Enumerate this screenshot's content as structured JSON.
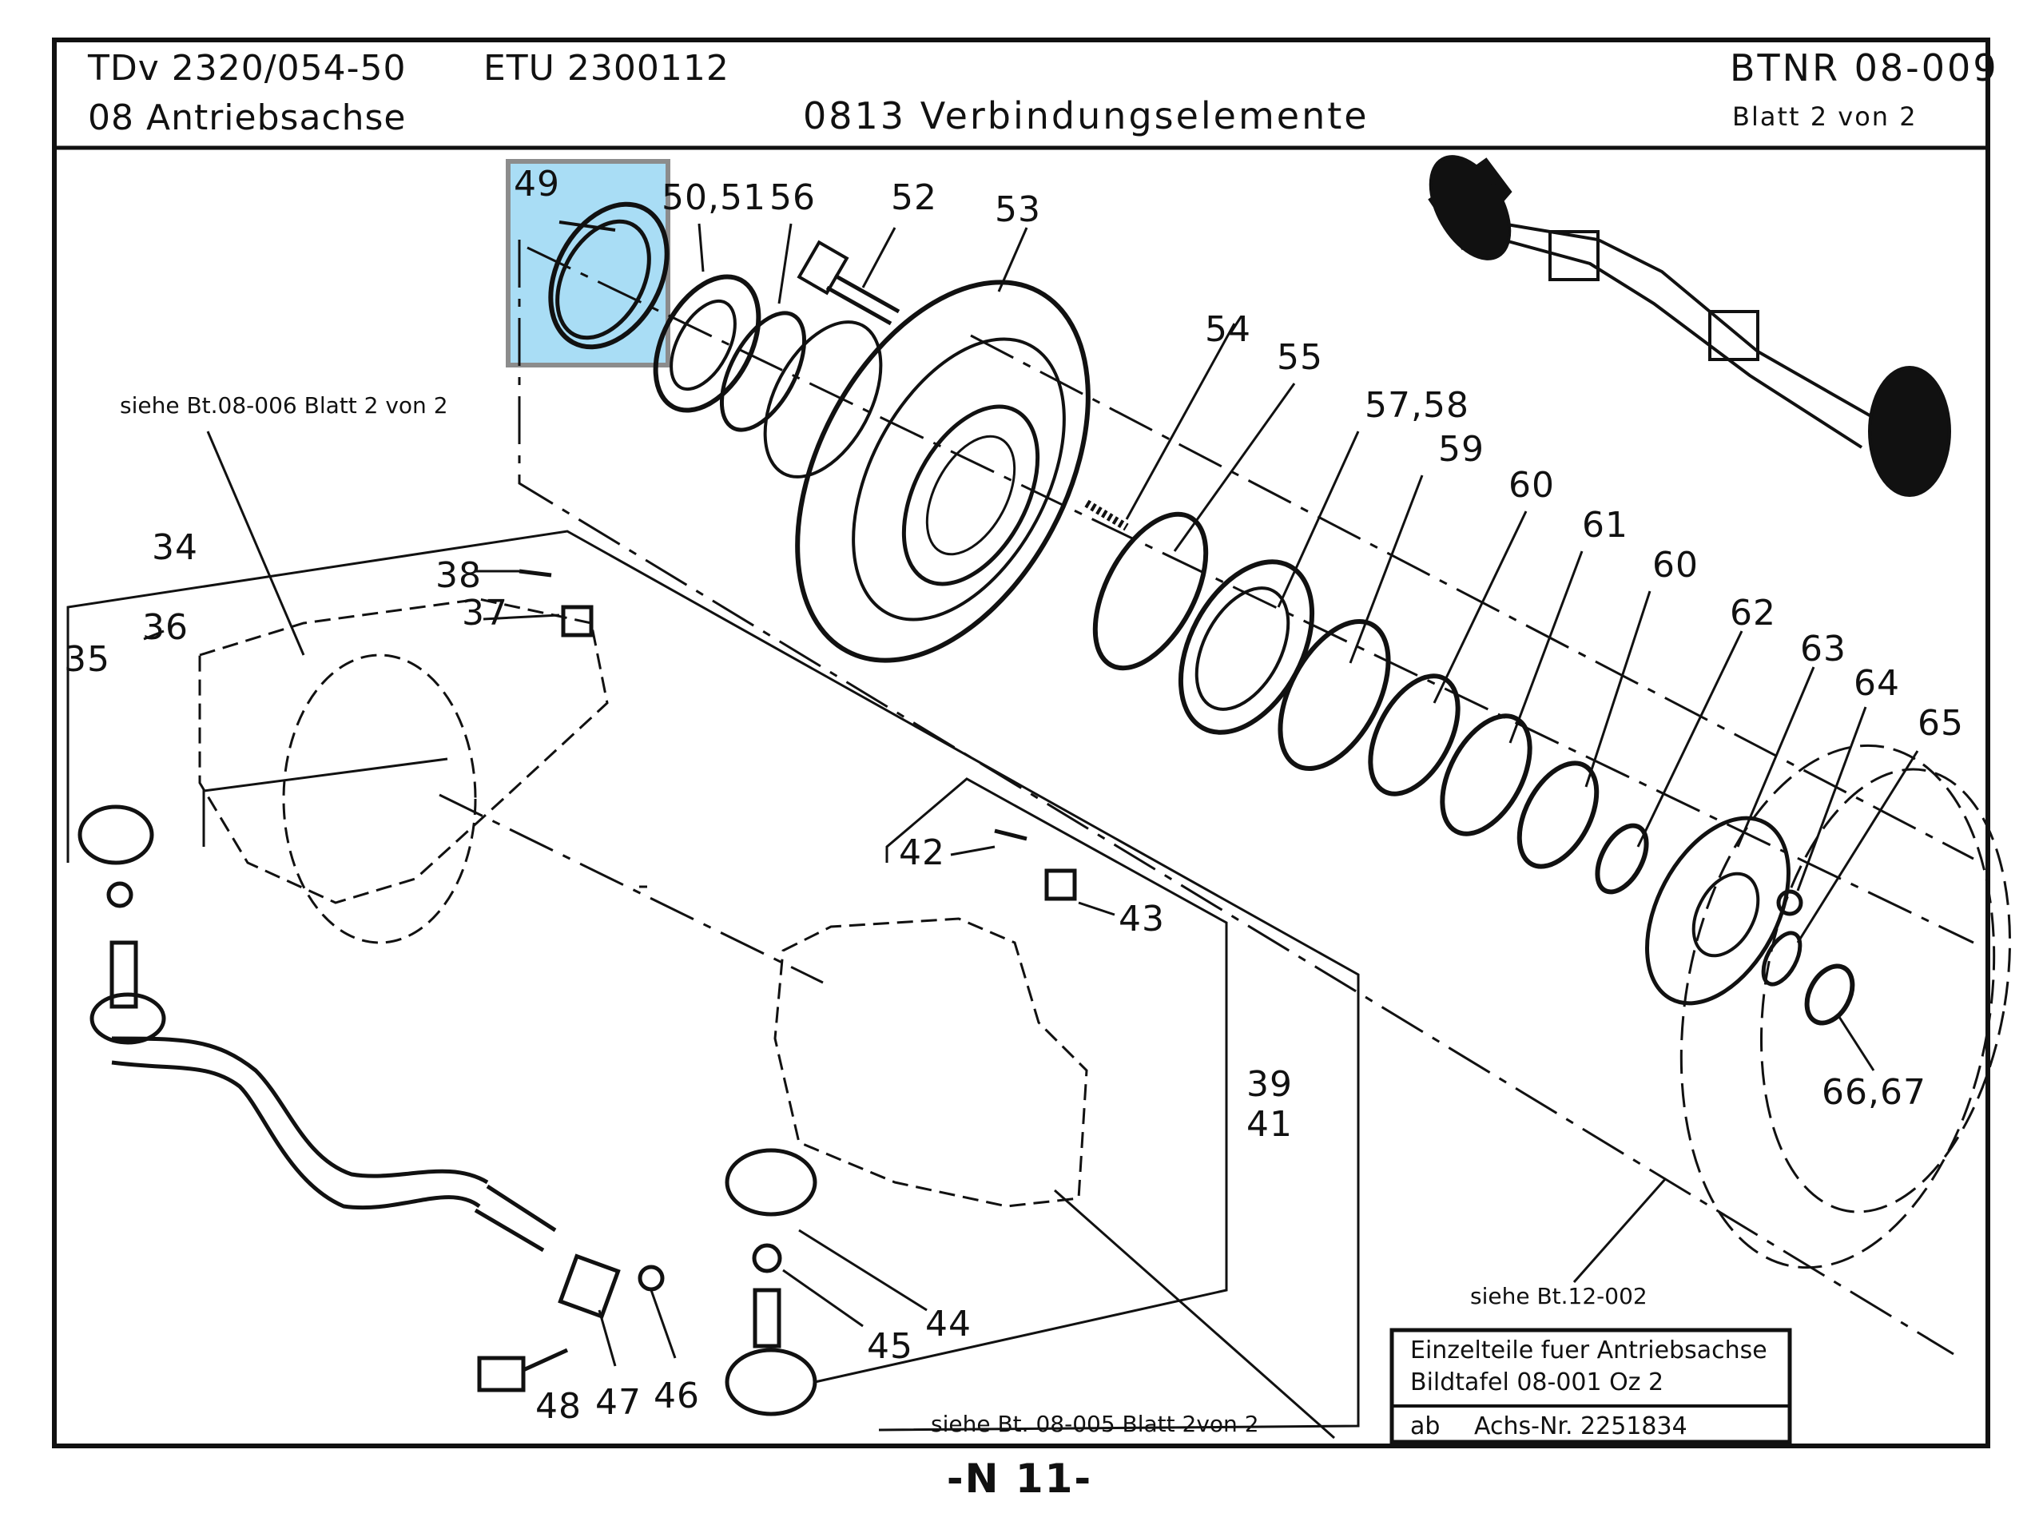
{
  "header": {
    "doc_code": "TDv 2320/054-50",
    "etu_code": "ETU 2300112",
    "btnr_code": "BTNR 08-009",
    "group": "08 Antriebsachse",
    "subgroup": "0813 Verbindungselemente",
    "sheet": "Blatt   2 von 2"
  },
  "part_labels": [
    "49",
    "50,51",
    "56",
    "52",
    "53",
    "54",
    "55",
    "57,58",
    "59",
    "60",
    "61",
    "60",
    "62",
    "63",
    "64",
    "65",
    "66,67",
    "34",
    "36",
    "35",
    "38",
    "37",
    "42",
    "43",
    "39",
    "41",
    "44",
    "45",
    "46",
    "47",
    "48"
  ],
  "highlighted_part": "49",
  "references": {
    "ref_top_left": "siehe Bt.08-006 Blatt 2 von 2",
    "ref_bottom": "siehe  Bt. 08-005 Blatt 2von 2",
    "ref_right": "siehe Bt.12-002"
  },
  "info_box": {
    "line1": "Einzelteile fuer Antriebsachse",
    "line2": "Bildtafel 08-001 Oz 2",
    "line3_prefix": "ab",
    "line3_axle": "Achs-Nr.  2251834"
  },
  "page_number": "-N 11-",
  "colors": {
    "highlight_fill": "#a9ddf5",
    "highlight_border": "#8c8c8c",
    "ink": "#111111",
    "background": "#ffffff"
  }
}
